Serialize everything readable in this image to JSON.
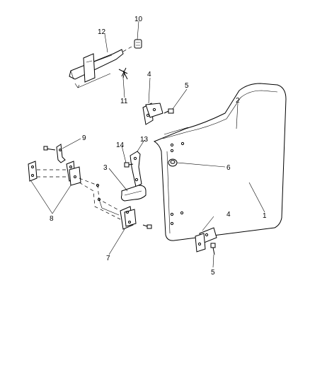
{
  "callouts": [
    {
      "id": "c1",
      "label": "1"
    },
    {
      "id": "c2",
      "label": "2"
    },
    {
      "id": "c3",
      "label": "3"
    },
    {
      "id": "c4a",
      "label": "4"
    },
    {
      "id": "c4b",
      "label": "4"
    },
    {
      "id": "c5a",
      "label": "5"
    },
    {
      "id": "c5b",
      "label": "5"
    },
    {
      "id": "c6",
      "label": "6"
    },
    {
      "id": "c7",
      "label": "7"
    },
    {
      "id": "c8",
      "label": "8"
    },
    {
      "id": "c9",
      "label": "9"
    },
    {
      "id": "c10",
      "label": "10"
    },
    {
      "id": "c11",
      "label": "11"
    },
    {
      "id": "c12",
      "label": "12"
    },
    {
      "id": "c13",
      "label": "13"
    },
    {
      "id": "c14",
      "label": "14"
    }
  ]
}
